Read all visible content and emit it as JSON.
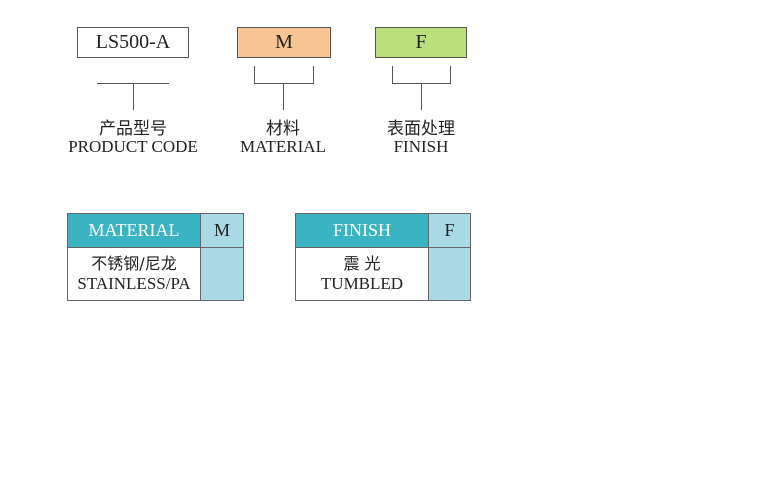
{
  "codes": {
    "product": "LS500-A",
    "material": "M",
    "finish": "F"
  },
  "labels": {
    "product": {
      "cn": "产品型号",
      "en": "PRODUCT CODE"
    },
    "material": {
      "cn": "材料",
      "en": "MATERIAL"
    },
    "finish": {
      "cn": "表面处理",
      "en": "FINISH"
    }
  },
  "colors": {
    "material": "#f7c594",
    "finish": "#b9e07a",
    "header": "#3ab3c3",
    "code_cell": "#a9d9e5"
  },
  "tables": {
    "material": {
      "header": "MATERIAL",
      "code": "M",
      "option_cn": "不锈钢/尼龙",
      "option_en": "STAINLESS/PA"
    },
    "finish": {
      "header": "FINISH",
      "code": "F",
      "option_cn": "震 光",
      "option_en": "TUMBLED"
    }
  }
}
